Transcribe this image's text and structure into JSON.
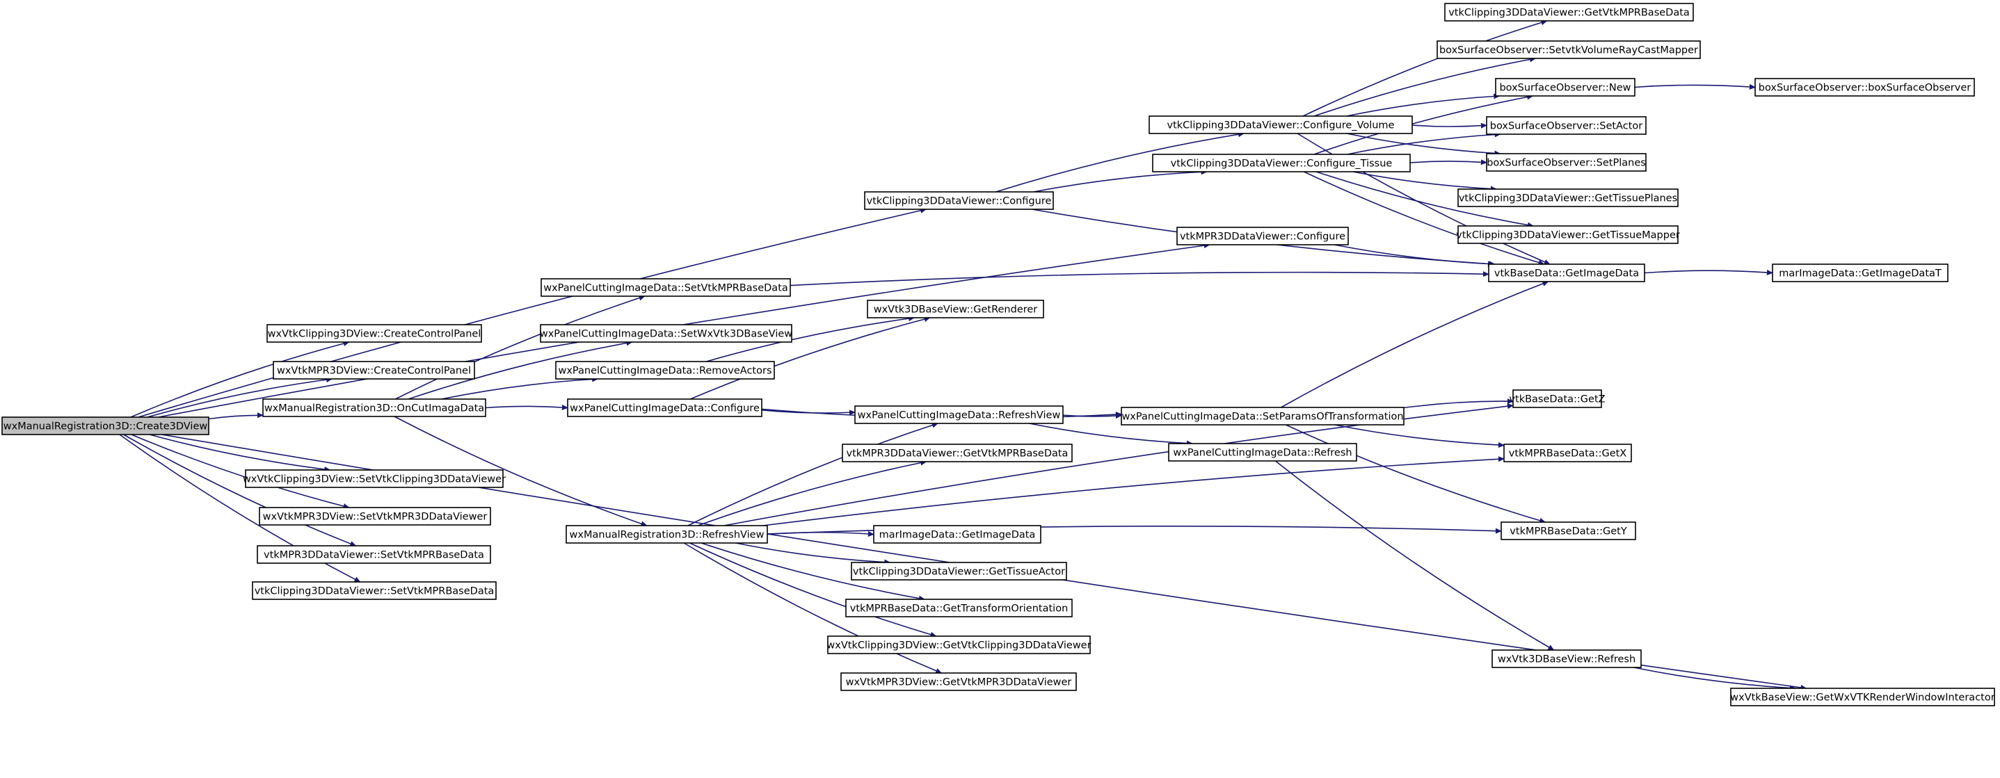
{
  "colors": {
    "edge": "#191970",
    "node_border": "#000000",
    "root_fill": "#bfbfbf",
    "node_fill": "#ffffff"
  },
  "nodes": [
    {
      "id": "root",
      "label": "wxManualRegistration3D::Create3DView"
    },
    {
      "id": "c3cfg",
      "label": "vtkClipping3DDataViewer::Configure"
    },
    {
      "id": "cvol",
      "label": "vtkClipping3DDataViewer::Configure_Volume"
    },
    {
      "id": "ctis",
      "label": "vtkClipping3DDataViewer::Configure_Tissue"
    },
    {
      "id": "gmpr",
      "label": "vtkClipping3DDataViewer::GetVtkMPRBaseData"
    },
    {
      "id": "svrc",
      "label": "boxSurfaceObserver::SetvtkVolumeRayCastMapper"
    },
    {
      "id": "bnew",
      "label": "boxSurfaceObserver::New"
    },
    {
      "id": "bobs",
      "label": "boxSurfaceObserver::boxSurfaceObserver"
    },
    {
      "id": "bsa",
      "label": "boxSurfaceObserver::SetActor"
    },
    {
      "id": "bsp",
      "label": "boxSurfaceObserver::SetPlanes"
    },
    {
      "id": "gtp",
      "label": "vtkClipping3DDataViewer::GetTissuePlanes"
    },
    {
      "id": "gtm",
      "label": "vtkClipping3DDataViewer::GetTissueMapper"
    },
    {
      "id": "m3cfg",
      "label": "vtkMPR3DDataViewer::Configure"
    },
    {
      "id": "gid",
      "label": "vtkBaseData::GetImageData"
    },
    {
      "id": "gidt",
      "label": "marImageData::GetImageDataT"
    },
    {
      "id": "svmb",
      "label": "wxPanelCuttingImageData::SetVtkMPRBaseData"
    },
    {
      "id": "gren",
      "label": "wxVtk3DBaseView::GetRenderer"
    },
    {
      "id": "swx3",
      "label": "wxPanelCuttingImageData::SetWxVtk3DBaseView"
    },
    {
      "id": "ccp",
      "label": "wxVtkClipping3DView::CreateControlPanel"
    },
    {
      "id": "mcp",
      "label": "wxVtkMPR3DView::CreateControlPanel"
    },
    {
      "id": "rma",
      "label": "wxPanelCuttingImageData::RemoveActors"
    },
    {
      "id": "getz",
      "label": "vtkBaseData::GetZ"
    },
    {
      "id": "ocid",
      "label": "wxManualRegistration3D::OnCutImagaData"
    },
    {
      "id": "pcfg",
      "label": "wxPanelCuttingImageData::Configure"
    },
    {
      "id": "prv",
      "label": "wxPanelCuttingImageData::RefreshView"
    },
    {
      "id": "spot",
      "label": "wxPanelCuttingImageData::SetParamsOfTransformation"
    },
    {
      "id": "gmpr2",
      "label": "vtkMPR3DDataViewer::GetVtkMPRBaseData"
    },
    {
      "id": "pref",
      "label": "wxPanelCuttingImageData::Refresh"
    },
    {
      "id": "getx",
      "label": "vtkMPRBaseData::GetX"
    },
    {
      "id": "scv",
      "label": "wxVtkClipping3DView::SetVtkClipping3DDataViewer"
    },
    {
      "id": "smv",
      "label": "wxVtkMPR3DView::SetVtkMPR3DDataViewer"
    },
    {
      "id": "mrv",
      "label": "wxManualRegistration3D::RefreshView"
    },
    {
      "id": "mgid",
      "label": "marImageData::GetImageData"
    },
    {
      "id": "gety",
      "label": "vtkMPRBaseData::GetY"
    },
    {
      "id": "msmb",
      "label": "vtkMPR3DDataViewer::SetVtkMPRBaseData"
    },
    {
      "id": "gta",
      "label": "vtkClipping3DDataViewer::GetTissueActor"
    },
    {
      "id": "csmb",
      "label": "vtkClipping3DDataViewer::SetVtkMPRBaseData"
    },
    {
      "id": "gto",
      "label": "vtkMPRBaseData::GetTransformOrientation"
    },
    {
      "id": "gvcv",
      "label": "wxVtkClipping3DView::GetVtkClipping3DDataViewer"
    },
    {
      "id": "w3r",
      "label": "wxVtk3DBaseView::Refresh"
    },
    {
      "id": "gvmv",
      "label": "wxVtkMPR3DView::GetVtkMPR3DDataViewer"
    },
    {
      "id": "gwrw",
      "label": "wxVtkBaseView::GetWxVTKRenderWindowInteractor"
    }
  ],
  "edges": [
    [
      "root",
      "c3cfg"
    ],
    [
      "root",
      "m3cfg"
    ],
    [
      "root",
      "ccp"
    ],
    [
      "root",
      "mcp"
    ],
    [
      "root",
      "ocid"
    ],
    [
      "root",
      "scv"
    ],
    [
      "root",
      "smv"
    ],
    [
      "root",
      "msmb"
    ],
    [
      "root",
      "csmb"
    ],
    [
      "root",
      "gwrw"
    ],
    [
      "c3cfg",
      "cvol"
    ],
    [
      "c3cfg",
      "ctis"
    ],
    [
      "c3cfg",
      "gid"
    ],
    [
      "cvol",
      "gmpr"
    ],
    [
      "cvol",
      "svrc"
    ],
    [
      "cvol",
      "bnew"
    ],
    [
      "cvol",
      "bsa"
    ],
    [
      "cvol",
      "bsp"
    ],
    [
      "cvol",
      "gid"
    ],
    [
      "ctis",
      "bnew"
    ],
    [
      "ctis",
      "bsa"
    ],
    [
      "ctis",
      "bsp"
    ],
    [
      "ctis",
      "gtp"
    ],
    [
      "ctis",
      "gtm"
    ],
    [
      "ctis",
      "gid"
    ],
    [
      "bnew",
      "bobs"
    ],
    [
      "m3cfg",
      "gid"
    ],
    [
      "gid",
      "gidt"
    ],
    [
      "svmb",
      "gid"
    ],
    [
      "ocid",
      "svmb"
    ],
    [
      "ocid",
      "swx3"
    ],
    [
      "ocid",
      "rma"
    ],
    [
      "ocid",
      "pcfg"
    ],
    [
      "ocid",
      "mrv"
    ],
    [
      "rma",
      "gren"
    ],
    [
      "pcfg",
      "gren"
    ],
    [
      "pcfg",
      "prv"
    ],
    [
      "pcfg",
      "spot"
    ],
    [
      "prv",
      "spot"
    ],
    [
      "prv",
      "pref"
    ],
    [
      "spot",
      "gid"
    ],
    [
      "spot",
      "getz"
    ],
    [
      "spot",
      "getx"
    ],
    [
      "spot",
      "gety"
    ],
    [
      "pref",
      "w3r"
    ],
    [
      "w3r",
      "gwrw"
    ],
    [
      "mrv",
      "getz"
    ],
    [
      "mrv",
      "prv"
    ],
    [
      "mrv",
      "gmpr2"
    ],
    [
      "mrv",
      "getx"
    ],
    [
      "mrv",
      "mgid"
    ],
    [
      "mrv",
      "gta"
    ],
    [
      "mrv",
      "gto"
    ],
    [
      "mrv",
      "gvcv"
    ],
    [
      "mrv",
      "gvmv"
    ],
    [
      "mrv",
      "gety"
    ]
  ]
}
